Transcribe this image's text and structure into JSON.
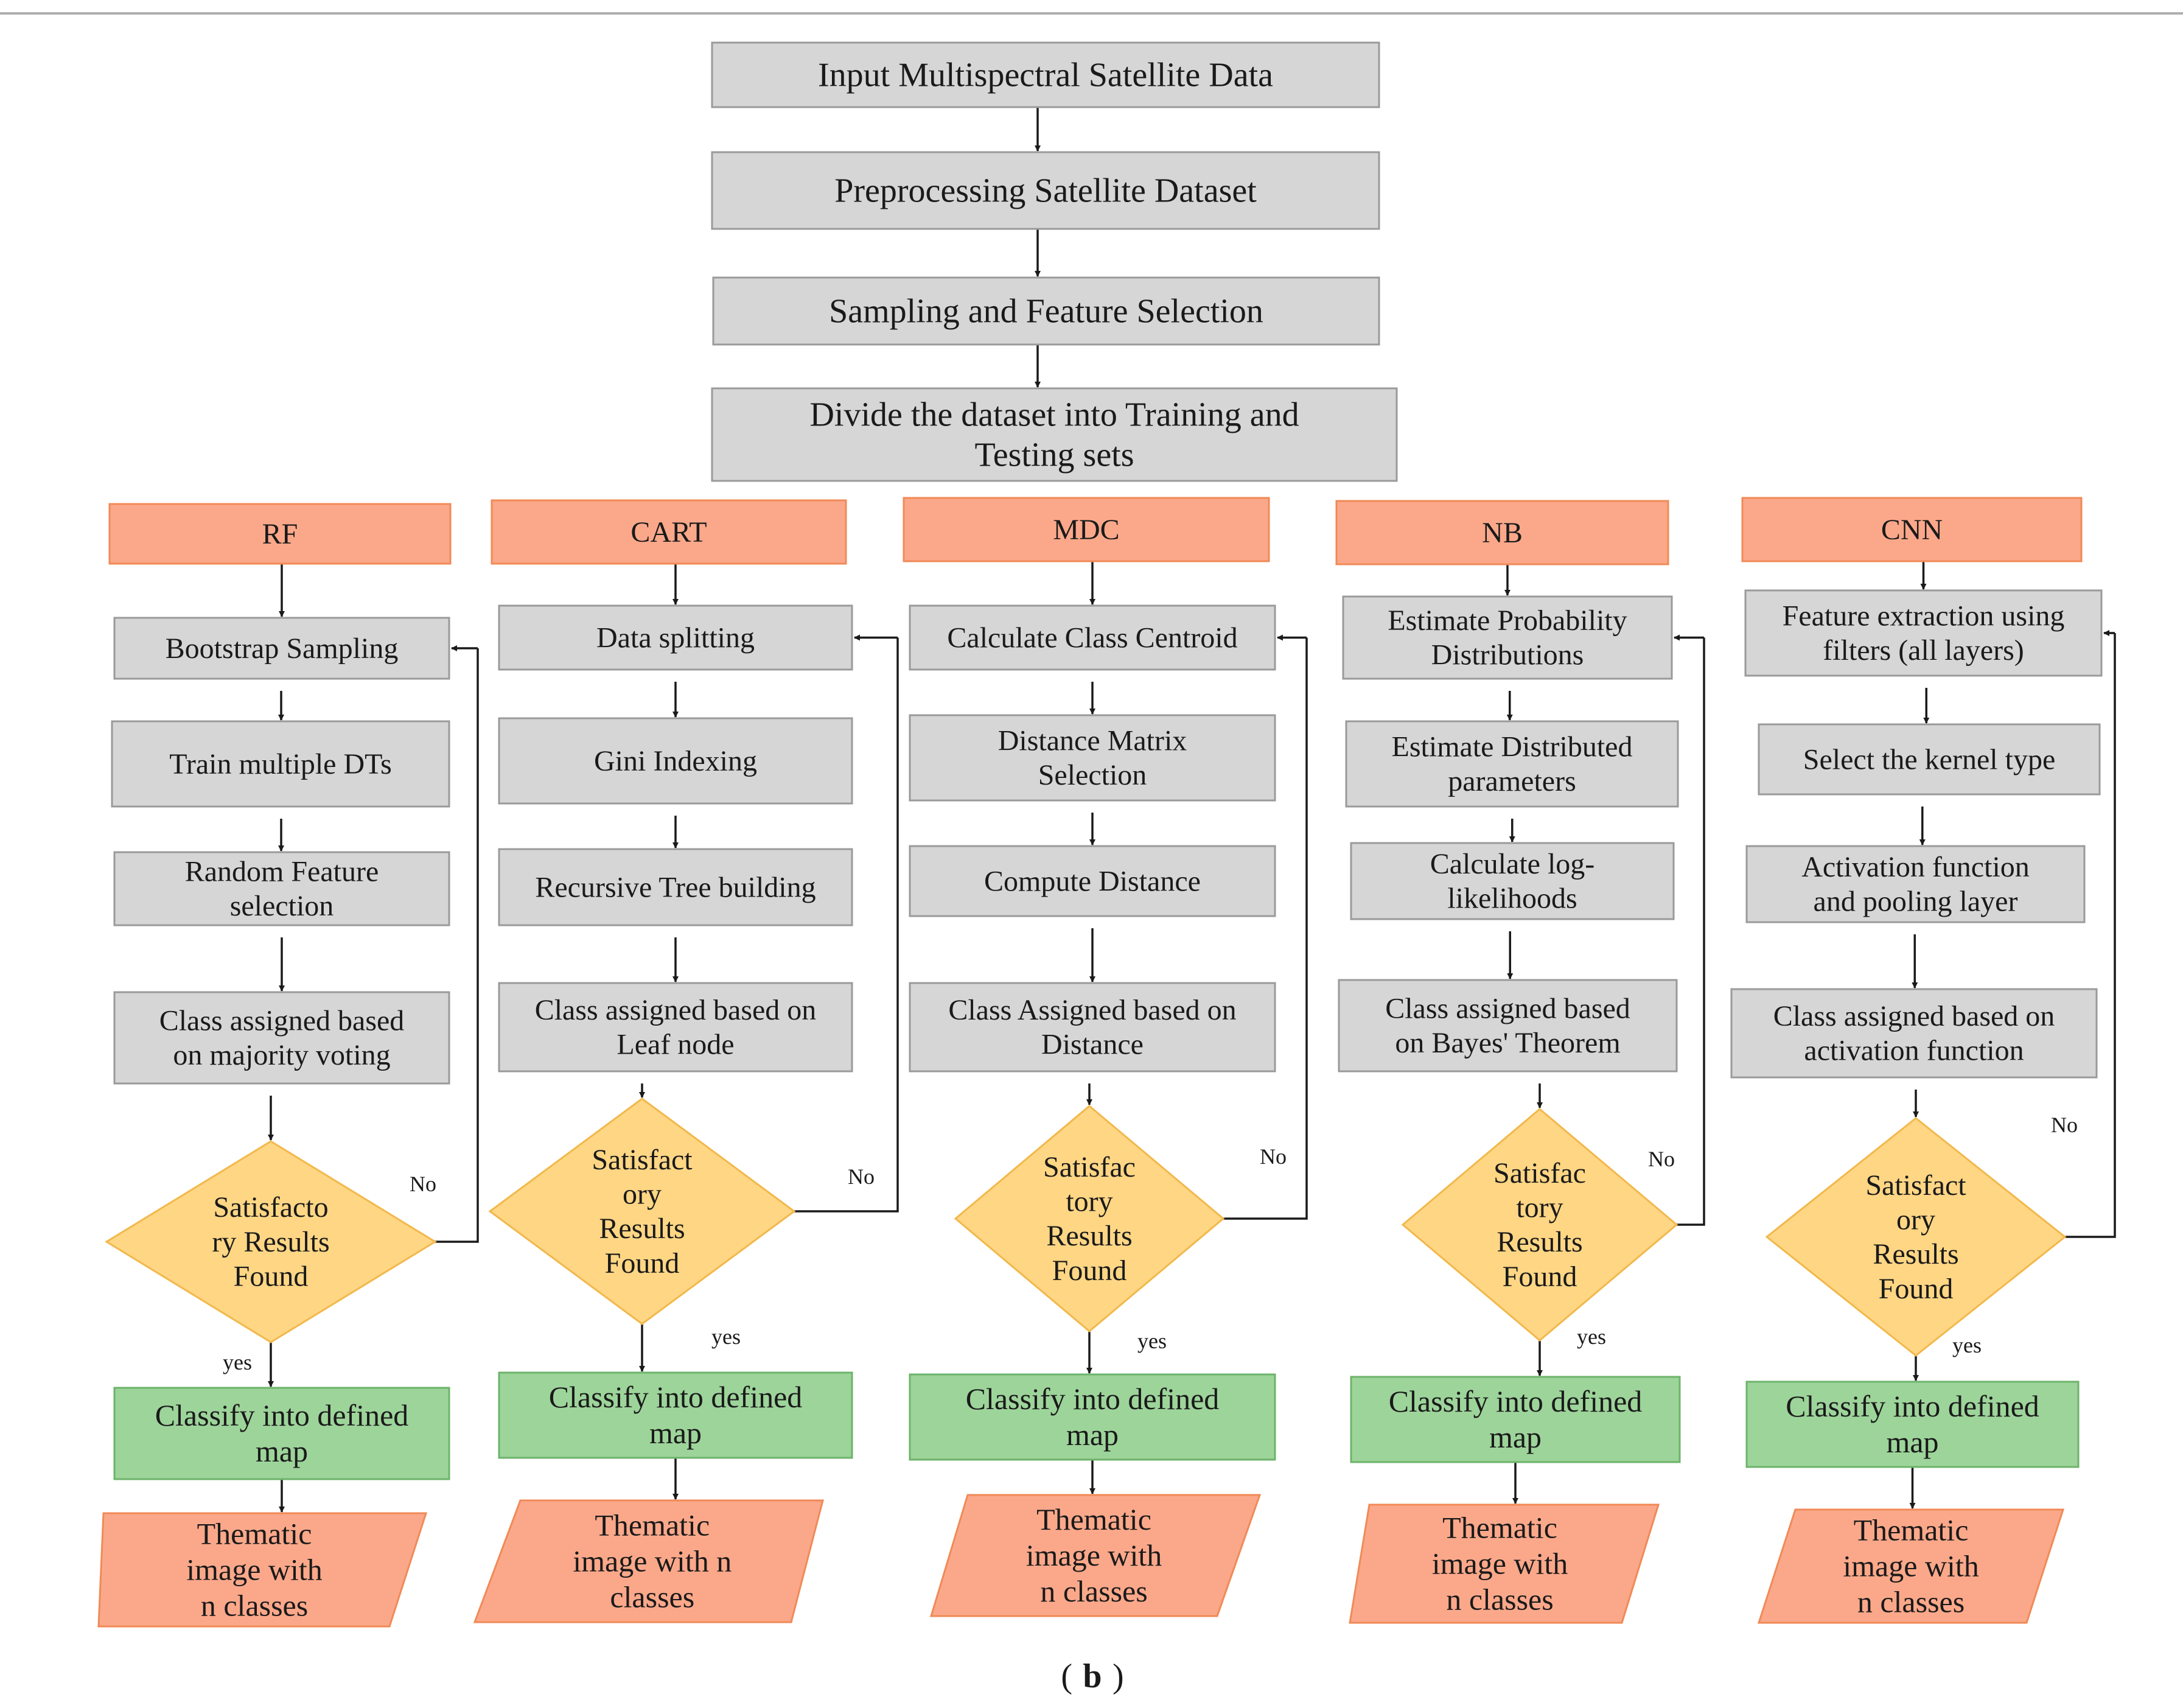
{
  "colors": {
    "top_line": "#b0b0b0",
    "grey_box": "#d6d6d6",
    "grey_box_light": "#e4e4e4",
    "grey_border": "#9a9a9a",
    "orange_box": "#fba88a",
    "orange_border": "#f08a57",
    "diamond": "#ffd684",
    "diamond_border": "#f2b84b",
    "green_box": "#9dd49a",
    "green_border": "#6db36b",
    "output_shape": "#fba88a",
    "arrow": "#1a1a1a"
  },
  "top_steps": [
    {
      "id": "input",
      "lines": [
        "Input Multispectral Satellite Data"
      ]
    },
    {
      "id": "preprocess",
      "lines": [
        "Preprocessing Satellite Dataset"
      ]
    },
    {
      "id": "sampling",
      "lines": [
        "Sampling and Feature Selection"
      ]
    },
    {
      "id": "divide",
      "lines": [
        "Divide the dataset into Training and",
        "Testing sets"
      ]
    }
  ],
  "columns": [
    {
      "id": "rf",
      "header": "RF",
      "steps": [
        [
          "Bootstrap Sampling"
        ],
        [
          "Train multiple DTs"
        ],
        [
          "Random Feature",
          "selection"
        ],
        [
          "Class assigned based",
          "on majority voting"
        ]
      ],
      "decision": [
        "Satisfacto",
        "ry Results",
        "Found"
      ],
      "no_label": "No",
      "yes_label": "yes",
      "classify": [
        "Classify into defined",
        "map"
      ],
      "output": [
        "Thematic",
        "image with",
        "n classes"
      ]
    },
    {
      "id": "cart",
      "header": "CART",
      "steps": [
        [
          "Data splitting"
        ],
        [
          "Gini Indexing"
        ],
        [
          "Recursive Tree building"
        ],
        [
          "Class assigned based on",
          "Leaf node"
        ]
      ],
      "decision": [
        "Satisfact",
        "ory",
        "Results",
        "Found"
      ],
      "no_label": "No",
      "yes_label": "yes",
      "classify": [
        "Classify into defined",
        "map"
      ],
      "output": [
        "Thematic",
        "image with n",
        "classes"
      ]
    },
    {
      "id": "mdc",
      "header": "MDC",
      "steps": [
        [
          "Calculate Class Centroid"
        ],
        [
          "Distance Matrix",
          "Selection"
        ],
        [
          "Compute Distance"
        ],
        [
          "Class Assigned based on",
          "Distance"
        ]
      ],
      "decision": [
        "Satisfac",
        "tory",
        "Results",
        "Found"
      ],
      "no_label": "No",
      "yes_label": "yes",
      "classify": [
        "Classify into defined",
        "map"
      ],
      "output": [
        "Thematic",
        "image with",
        "n classes"
      ]
    },
    {
      "id": "nb",
      "header": "NB",
      "steps": [
        [
          "Estimate Probability",
          "Distributions"
        ],
        [
          "Estimate Distributed",
          "parameters"
        ],
        [
          "Calculate log-",
          "likelihoods"
        ],
        [
          "Class assigned based",
          "on Bayes' Theorem"
        ]
      ],
      "decision": [
        "Satisfac",
        "tory",
        "Results",
        "Found"
      ],
      "no_label": "No",
      "yes_label": "yes",
      "classify": [
        "Classify into defined",
        "map"
      ],
      "output": [
        "Thematic",
        "image with",
        "n classes"
      ]
    },
    {
      "id": "cnn",
      "header": "CNN",
      "steps": [
        [
          "Feature extraction using",
          "filters (all layers)"
        ],
        [
          "Select the kernel type"
        ],
        [
          "Activation function",
          "and pooling layer"
        ],
        [
          "Class assigned based on",
          "activation function"
        ]
      ],
      "decision": [
        "Satisfact",
        "ory",
        "Results",
        "Found"
      ],
      "no_label": "No",
      "yes_label": "yes",
      "classify": [
        "Classify into defined",
        "map"
      ],
      "output": [
        "Thematic",
        "image with",
        "n classes"
      ]
    }
  ],
  "caption": {
    "open": "(",
    "letter": "b",
    "close": ")"
  }
}
